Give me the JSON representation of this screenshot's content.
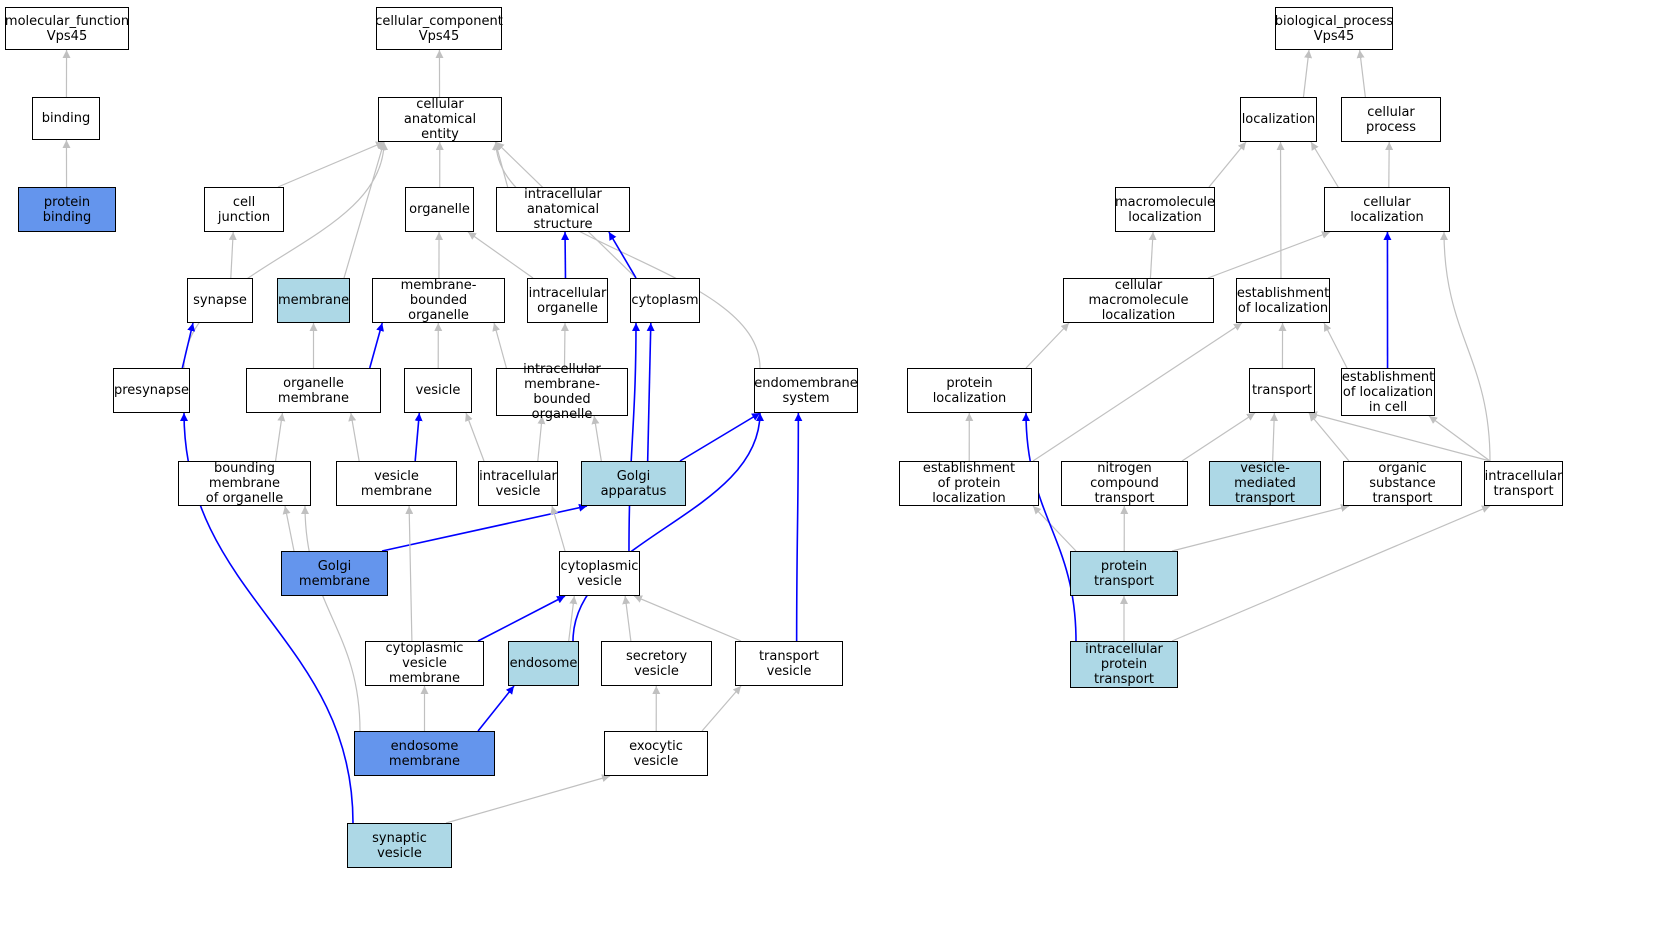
{
  "colors": {
    "selected": "#6495ed",
    "related": "#add8e6",
    "plain": "#ffffff",
    "edge_gray": "#c0c0c0",
    "edge_blue": "#0000ff"
  },
  "nodes": [
    {
      "id": "molecular_function",
      "label": "molecular_function\nVps45",
      "type": "plain"
    },
    {
      "id": "binding",
      "label": "binding",
      "type": "plain"
    },
    {
      "id": "protein_binding",
      "label": "protein binding",
      "type": "selected"
    },
    {
      "id": "cellular_component",
      "label": "cellular_component\nVps45",
      "type": "plain"
    },
    {
      "id": "cellular_anatomical_entity",
      "label": "cellular anatomical\nentity",
      "type": "plain"
    },
    {
      "id": "cell_junction",
      "label": "cell junction",
      "type": "plain"
    },
    {
      "id": "organelle",
      "label": "organelle",
      "type": "plain"
    },
    {
      "id": "intracellular_anatomical_structure",
      "label": "intracellular\nanatomical structure",
      "type": "plain"
    },
    {
      "id": "synapse",
      "label": "synapse",
      "type": "plain"
    },
    {
      "id": "membrane",
      "label": "membrane",
      "type": "related"
    },
    {
      "id": "membrane_bounded_organelle",
      "label": "membrane-bounded\norganelle",
      "type": "plain"
    },
    {
      "id": "intracellular_organelle",
      "label": "intracellular\norganelle",
      "type": "plain"
    },
    {
      "id": "cytoplasm",
      "label": "cytoplasm",
      "type": "plain"
    },
    {
      "id": "presynapse",
      "label": "presynapse",
      "type": "plain"
    },
    {
      "id": "organelle_membrane",
      "label": "organelle membrane",
      "type": "plain"
    },
    {
      "id": "vesicle",
      "label": "vesicle",
      "type": "plain"
    },
    {
      "id": "intracellular_mbo",
      "label": "intracellular\nmembrane-bounded\norganelle",
      "type": "plain"
    },
    {
      "id": "endomembrane_system",
      "label": "endomembrane\nsystem",
      "type": "plain"
    },
    {
      "id": "bounding_membrane",
      "label": "bounding membrane\nof organelle",
      "type": "plain"
    },
    {
      "id": "vesicle_membrane",
      "label": "vesicle membrane",
      "type": "plain"
    },
    {
      "id": "intracellular_vesicle",
      "label": "intracellular\nvesicle",
      "type": "plain"
    },
    {
      "id": "golgi_apparatus",
      "label": "Golgi apparatus",
      "type": "related"
    },
    {
      "id": "golgi_membrane",
      "label": "Golgi membrane",
      "type": "selected"
    },
    {
      "id": "cytoplasmic_vesicle",
      "label": "cytoplasmic\nvesicle",
      "type": "plain"
    },
    {
      "id": "cytoplasmic_vesicle_membrane",
      "label": "cytoplasmic\nvesicle membrane",
      "type": "plain"
    },
    {
      "id": "endosome",
      "label": "endosome",
      "type": "related"
    },
    {
      "id": "secretory_vesicle",
      "label": "secretory vesicle",
      "type": "plain"
    },
    {
      "id": "transport_vesicle",
      "label": "transport vesicle",
      "type": "plain"
    },
    {
      "id": "endosome_membrane",
      "label": "endosome membrane",
      "type": "selected"
    },
    {
      "id": "exocytic_vesicle",
      "label": "exocytic vesicle",
      "type": "plain"
    },
    {
      "id": "synaptic_vesicle",
      "label": "synaptic vesicle",
      "type": "related"
    },
    {
      "id": "biological_process",
      "label": "biological_process\nVps45",
      "type": "plain"
    },
    {
      "id": "localization",
      "label": "localization",
      "type": "plain"
    },
    {
      "id": "cellular_process",
      "label": "cellular process",
      "type": "plain"
    },
    {
      "id": "macromolecule_localization",
      "label": "macromolecule\nlocalization",
      "type": "plain"
    },
    {
      "id": "cellular_localization",
      "label": "cellular localization",
      "type": "plain"
    },
    {
      "id": "cellular_macromolecule_localization",
      "label": "cellular macromolecule\nlocalization",
      "type": "plain"
    },
    {
      "id": "establishment_of_localization",
      "label": "establishment\nof localization",
      "type": "plain"
    },
    {
      "id": "protein_localization",
      "label": "protein localization",
      "type": "plain"
    },
    {
      "id": "transport",
      "label": "transport",
      "type": "plain"
    },
    {
      "id": "establishment_of_localization_in_cell",
      "label": "establishment\nof localization\nin cell",
      "type": "plain"
    },
    {
      "id": "establishment_of_protein_localization",
      "label": "establishment\nof protein localization",
      "type": "plain"
    },
    {
      "id": "nitrogen_compound_transport",
      "label": "nitrogen compound\ntransport",
      "type": "plain"
    },
    {
      "id": "vesicle_mediated_transport",
      "label": "vesicle-mediated\ntransport",
      "type": "related"
    },
    {
      "id": "organic_substance_transport",
      "label": "organic substance\ntransport",
      "type": "plain"
    },
    {
      "id": "intracellular_transport",
      "label": "intracellular\ntransport",
      "type": "plain"
    },
    {
      "id": "protein_transport",
      "label": "protein transport",
      "type": "related"
    },
    {
      "id": "intracellular_protein_transport",
      "label": "intracellular\nprotein transport",
      "type": "related"
    }
  ],
  "edges": [
    {
      "from": "binding",
      "to": "molecular_function",
      "color": "gray"
    },
    {
      "from": "protein_binding",
      "to": "binding",
      "color": "gray"
    },
    {
      "from": "cellular_anatomical_entity",
      "to": "cellular_component",
      "color": "gray"
    },
    {
      "from": "cell_junction",
      "to": "cellular_anatomical_entity",
      "color": "gray"
    },
    {
      "from": "organelle",
      "to": "cellular_anatomical_entity",
      "color": "gray"
    },
    {
      "from": "intracellular_anatomical_structure",
      "to": "cellular_anatomical_entity",
      "color": "gray"
    },
    {
      "from": "membrane",
      "to": "cellular_anatomical_entity",
      "color": "gray"
    },
    {
      "from": "cytoplasm",
      "to": "cellular_anatomical_entity",
      "color": "gray"
    },
    {
      "from": "presynapse",
      "to": "cellular_anatomical_entity",
      "color": "gray"
    },
    {
      "from": "endomembrane_system",
      "to": "cellular_anatomical_entity",
      "color": "gray"
    },
    {
      "from": "synapse",
      "to": "cell_junction",
      "color": "gray"
    },
    {
      "from": "presynapse",
      "to": "synapse",
      "color": "blue"
    },
    {
      "from": "membrane_bounded_organelle",
      "to": "organelle",
      "color": "gray"
    },
    {
      "from": "intracellular_organelle",
      "to": "organelle",
      "color": "gray"
    },
    {
      "from": "intracellular_organelle",
      "to": "intracellular_anatomical_structure",
      "color": "blue"
    },
    {
      "from": "cytoplasm",
      "to": "intracellular_anatomical_structure",
      "color": "blue"
    },
    {
      "from": "organelle_membrane",
      "to": "membrane",
      "color": "gray"
    },
    {
      "from": "organelle_membrane",
      "to": "membrane_bounded_organelle",
      "color": "blue"
    },
    {
      "from": "vesicle",
      "to": "membrane_bounded_organelle",
      "color": "gray"
    },
    {
      "from": "intracellular_mbo",
      "to": "membrane_bounded_organelle",
      "color": "gray"
    },
    {
      "from": "intracellular_mbo",
      "to": "intracellular_organelle",
      "color": "gray"
    },
    {
      "from": "golgi_apparatus",
      "to": "cytoplasm",
      "color": "blue"
    },
    {
      "from": "cytoplasmic_vesicle",
      "to": "cytoplasm",
      "color": "blue"
    },
    {
      "from": "bounding_membrane",
      "to": "organelle_membrane",
      "color": "gray"
    },
    {
      "from": "vesicle_membrane",
      "to": "organelle_membrane",
      "color": "gray"
    },
    {
      "from": "vesicle_membrane",
      "to": "vesicle",
      "color": "blue"
    },
    {
      "from": "intracellular_vesicle",
      "to": "vesicle",
      "color": "gray"
    },
    {
      "from": "intracellular_vesicle",
      "to": "intracellular_mbo",
      "color": "gray"
    },
    {
      "from": "golgi_apparatus",
      "to": "intracellular_mbo",
      "color": "gray"
    },
    {
      "from": "golgi_apparatus",
      "to": "endomembrane_system",
      "color": "blue"
    },
    {
      "from": "endosome",
      "to": "endomembrane_system",
      "color": "blue"
    },
    {
      "from": "transport_vesicle",
      "to": "endomembrane_system",
      "color": "blue"
    },
    {
      "from": "golgi_membrane",
      "to": "bounding_membrane",
      "color": "gray"
    },
    {
      "from": "golgi_membrane",
      "to": "golgi_apparatus",
      "color": "blue"
    },
    {
      "from": "cytoplasmic_vesicle",
      "to": "intracellular_vesicle",
      "color": "gray"
    },
    {
      "from": "cytoplasmic_vesicle_membrane",
      "to": "vesicle_membrane",
      "color": "gray"
    },
    {
      "from": "cytoplasmic_vesicle_membrane",
      "to": "cytoplasmic_vesicle",
      "color": "blue"
    },
    {
      "from": "endosome",
      "to": "cytoplasmic_vesicle",
      "color": "gray"
    },
    {
      "from": "secretory_vesicle",
      "to": "cytoplasmic_vesicle",
      "color": "gray"
    },
    {
      "from": "transport_vesicle",
      "to": "cytoplasmic_vesicle",
      "color": "gray"
    },
    {
      "from": "endosome_membrane",
      "to": "bounding_membrane",
      "color": "gray"
    },
    {
      "from": "endosome_membrane",
      "to": "cytoplasmic_vesicle_membrane",
      "color": "gray"
    },
    {
      "from": "endosome_membrane",
      "to": "endosome",
      "color": "blue"
    },
    {
      "from": "exocytic_vesicle",
      "to": "secretory_vesicle",
      "color": "gray"
    },
    {
      "from": "exocytic_vesicle",
      "to": "transport_vesicle",
      "color": "gray"
    },
    {
      "from": "synaptic_vesicle",
      "to": "exocytic_vesicle",
      "color": "gray"
    },
    {
      "from": "synaptic_vesicle",
      "to": "presynapse",
      "color": "blue"
    },
    {
      "from": "localization",
      "to": "biological_process",
      "color": "gray"
    },
    {
      "from": "cellular_process",
      "to": "biological_process",
      "color": "gray"
    },
    {
      "from": "macromolecule_localization",
      "to": "localization",
      "color": "gray"
    },
    {
      "from": "establishment_of_localization",
      "to": "localization",
      "color": "gray"
    },
    {
      "from": "cellular_localization",
      "to": "localization",
      "color": "gray"
    },
    {
      "from": "cellular_localization",
      "to": "cellular_process",
      "color": "gray"
    },
    {
      "from": "cellular_macromolecule_localization",
      "to": "macromolecule_localization",
      "color": "gray"
    },
    {
      "from": "cellular_macromolecule_localization",
      "to": "cellular_localization",
      "color": "gray"
    },
    {
      "from": "establishment_of_localization_in_cell",
      "to": "cellular_localization",
      "color": "blue"
    },
    {
      "from": "intracellular_transport",
      "to": "cellular_localization",
      "color": "gray"
    },
    {
      "from": "protein_localization",
      "to": "cellular_macromolecule_localization",
      "color": "gray"
    },
    {
      "from": "transport",
      "to": "establishment_of_localization",
      "color": "gray"
    },
    {
      "from": "establishment_of_localization_in_cell",
      "to": "establishment_of_localization",
      "color": "gray"
    },
    {
      "from": "establishment_of_protein_localization",
      "to": "establishment_of_localization",
      "color": "gray"
    },
    {
      "from": "establishment_of_protein_localization",
      "to": "protein_localization",
      "color": "gray"
    },
    {
      "from": "nitrogen_compound_transport",
      "to": "transport",
      "color": "gray"
    },
    {
      "from": "vesicle_mediated_transport",
      "to": "transport",
      "color": "gray"
    },
    {
      "from": "organic_substance_transport",
      "to": "transport",
      "color": "gray"
    },
    {
      "from": "intracellular_transport",
      "to": "transport",
      "color": "gray"
    },
    {
      "from": "intracellular_transport",
      "to": "establishment_of_localization_in_cell",
      "color": "gray"
    },
    {
      "from": "protein_transport",
      "to": "establishment_of_protein_localization",
      "color": "gray"
    },
    {
      "from": "protein_transport",
      "to": "nitrogen_compound_transport",
      "color": "gray"
    },
    {
      "from": "protein_transport",
      "to": "organic_substance_transport",
      "color": "gray"
    },
    {
      "from": "intracellular_protein_transport",
      "to": "protein_transport",
      "color": "gray"
    },
    {
      "from": "intracellular_protein_transport",
      "to": "intracellular_transport",
      "color": "gray"
    },
    {
      "from": "intracellular_protein_transport",
      "to": "protein_localization",
      "color": "blue"
    }
  ]
}
